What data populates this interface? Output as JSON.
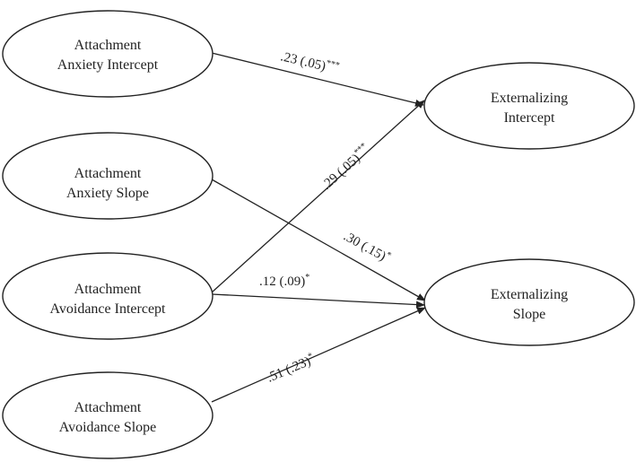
{
  "nodes": {
    "anxiety_intercept": {
      "line1": "Attachment",
      "line2": "Anxiety Intercept"
    },
    "anxiety_slope": {
      "line1": "Attachment",
      "line2": "Anxiety Slope"
    },
    "avoidance_intercept": {
      "line1": "Attachment",
      "line2": "Avoidance Intercept"
    },
    "avoidance_slope": {
      "line1": "Attachment",
      "line2": "Avoidance Slope"
    },
    "ext_intercept": {
      "line1": "Externalizing",
      "line2": "Intercept"
    },
    "ext_slope": {
      "line1": "Externalizing",
      "line2": "Slope"
    }
  },
  "paths": {
    "anx_int_to_ext_int": {
      "from": "Attachment Anxiety Intercept",
      "to": "Externalizing Intercept",
      "estimate": ".23 (.05)",
      "sig": "***"
    },
    "avo_int_to_ext_int": {
      "from": "Attachment Avoidance Intercept",
      "to": "Externalizing Intercept",
      "estimate": ".29 (.05)",
      "sig": "***"
    },
    "anx_slope_to_ext_slope": {
      "from": "Attachment Anxiety Slope",
      "to": "Externalizing Slope",
      "estimate": ".30 (.15)",
      "sig": "*"
    },
    "avo_int_to_ext_slope": {
      "from": "Attachment Avoidance Intercept",
      "to": "Externalizing Slope",
      "estimate": ".12 (.09)",
      "sig": "*"
    },
    "avo_slope_to_ext_slope": {
      "from": "Attachment Avoidance Slope",
      "to": "Externalizing Slope",
      "estimate": ".51 (.23)",
      "sig": "*"
    }
  }
}
